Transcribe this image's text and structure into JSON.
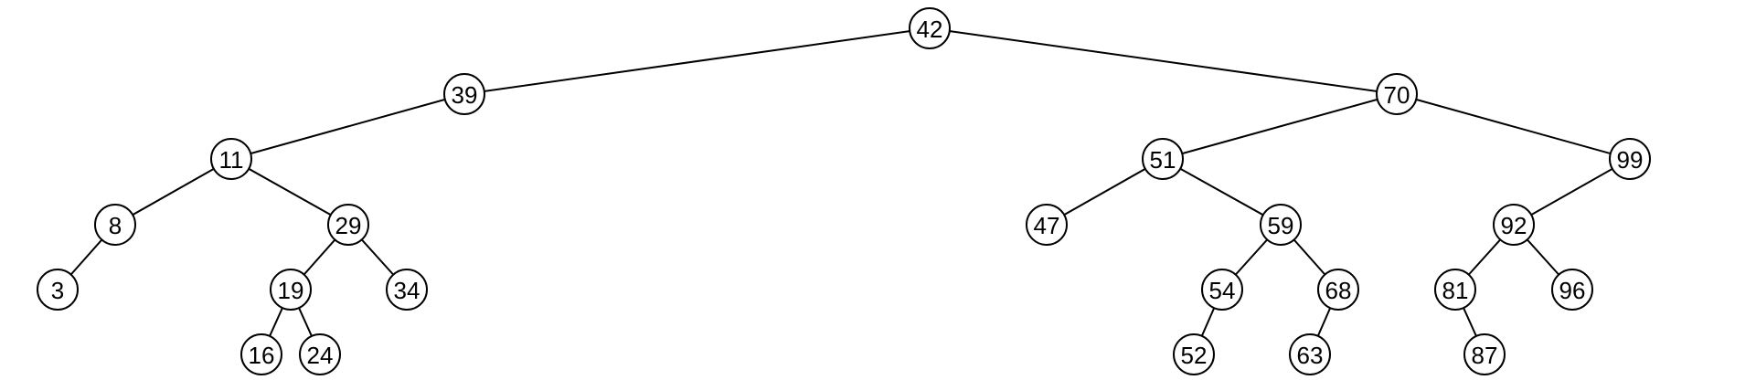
{
  "tree": {
    "nodes": [
      {
        "id": "n42",
        "label": "42"
      },
      {
        "id": "n39",
        "label": "39"
      },
      {
        "id": "n70",
        "label": "70"
      },
      {
        "id": "n11",
        "label": "11"
      },
      {
        "id": "n51",
        "label": "51"
      },
      {
        "id": "n99",
        "label": "99"
      },
      {
        "id": "n8",
        "label": "8"
      },
      {
        "id": "n29",
        "label": "29"
      },
      {
        "id": "n47",
        "label": "47"
      },
      {
        "id": "n59",
        "label": "59"
      },
      {
        "id": "n92",
        "label": "92"
      },
      {
        "id": "n3",
        "label": "3"
      },
      {
        "id": "n19",
        "label": "19"
      },
      {
        "id": "n34",
        "label": "34"
      },
      {
        "id": "n54",
        "label": "54"
      },
      {
        "id": "n68",
        "label": "68"
      },
      {
        "id": "n81",
        "label": "81"
      },
      {
        "id": "n96",
        "label": "96"
      },
      {
        "id": "n16",
        "label": "16"
      },
      {
        "id": "n24",
        "label": "24"
      },
      {
        "id": "n52",
        "label": "52"
      },
      {
        "id": "n63",
        "label": "63"
      },
      {
        "id": "n87",
        "label": "87"
      }
    ],
    "edges": [
      [
        "n42",
        "n39"
      ],
      [
        "n42",
        "n70"
      ],
      [
        "n39",
        "n11"
      ],
      [
        "n70",
        "n51"
      ],
      [
        "n70",
        "n99"
      ],
      [
        "n11",
        "n8"
      ],
      [
        "n11",
        "n29"
      ],
      [
        "n51",
        "n47"
      ],
      [
        "n51",
        "n59"
      ],
      [
        "n99",
        "n92"
      ],
      [
        "n8",
        "n3"
      ],
      [
        "n29",
        "n19"
      ],
      [
        "n29",
        "n34"
      ],
      [
        "n59",
        "n54"
      ],
      [
        "n59",
        "n68"
      ],
      [
        "n92",
        "n81"
      ],
      [
        "n92",
        "n96"
      ],
      [
        "n19",
        "n16"
      ],
      [
        "n19",
        "n24"
      ],
      [
        "n54",
        "n52"
      ],
      [
        "n68",
        "n63"
      ],
      [
        "n81",
        "n87"
      ]
    ]
  }
}
